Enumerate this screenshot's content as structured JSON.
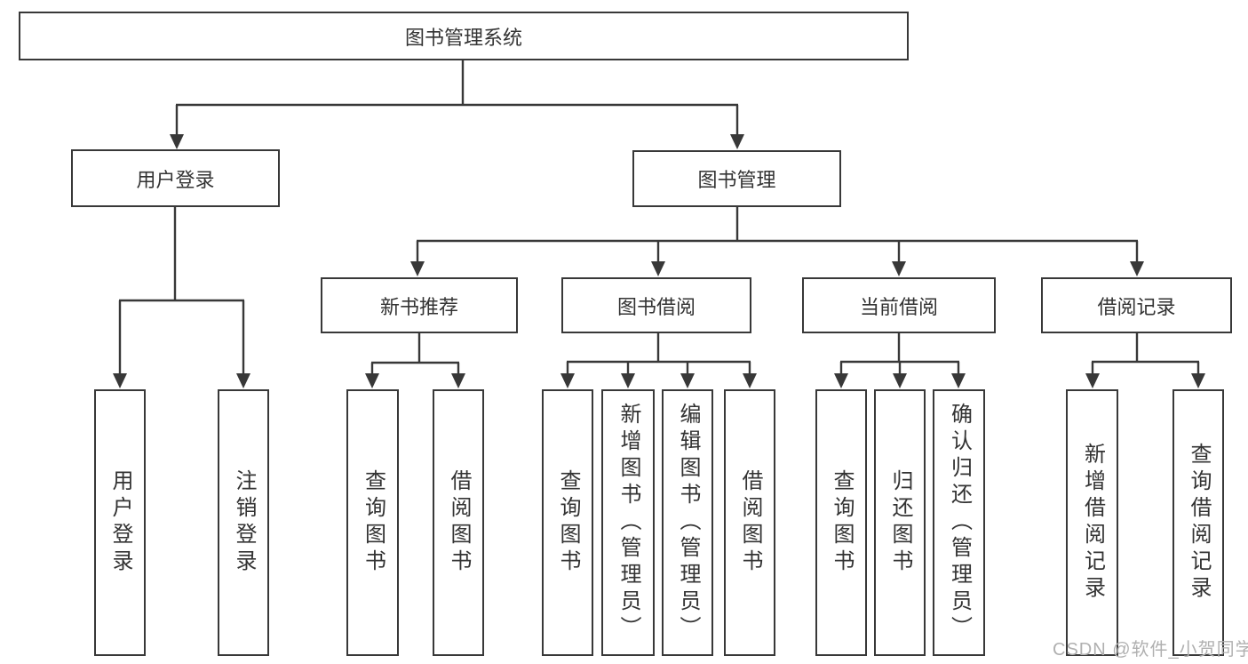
{
  "colors": {
    "line": "#383838",
    "text": "#333333",
    "wm": "#b0b0b0",
    "bg": "#ffffff"
  },
  "watermark": {
    "text": "CSDN @软件_小贺同学"
  },
  "tree": {
    "label": "图书管理系统",
    "children": [
      {
        "label": "用户登录",
        "children": [
          {
            "label": "用户登录"
          },
          {
            "label": "注销登录"
          }
        ]
      },
      {
        "label": "图书管理",
        "children": [
          {
            "label": "新书推荐",
            "children": [
              {
                "label": "查询图书"
              },
              {
                "label": "借阅图书"
              }
            ]
          },
          {
            "label": "图书借阅",
            "children": [
              {
                "label": "查询图书"
              },
              {
                "label": "新增图书（管理员）"
              },
              {
                "label": "编辑图书（管理员）"
              },
              {
                "label": "借阅图书"
              }
            ]
          },
          {
            "label": "当前借阅",
            "children": [
              {
                "label": "查询图书"
              },
              {
                "label": "归还图书"
              },
              {
                "label": "确认归还（管理员）"
              }
            ]
          },
          {
            "label": "借阅记录",
            "children": [
              {
                "label": "新增借阅记录"
              },
              {
                "label": "查询借阅记录"
              }
            ]
          }
        ]
      }
    ]
  }
}
